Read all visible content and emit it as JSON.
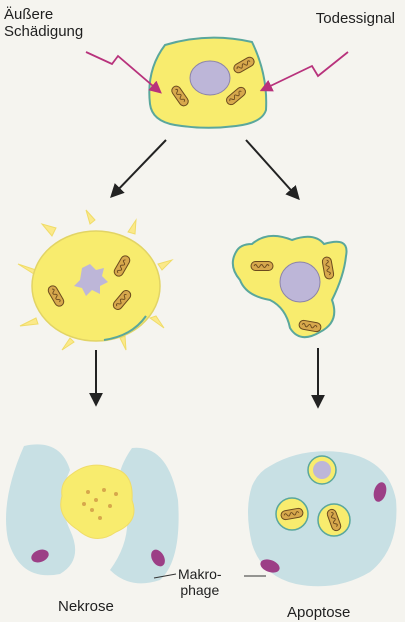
{
  "labels": {
    "external_damage_line1": "Äußere",
    "external_damage_line2": "Schädigung",
    "death_signal": "Todessignal",
    "macrophage_line1": "Makro-",
    "macrophage_line2": "phage",
    "necrosis": "Nekrose",
    "apoptosis": "Apoptose"
  },
  "colors": {
    "background": "#f5f4ef",
    "cytoplasm": "#f8ec6e",
    "cytoplasm_light": "#fbf3a8",
    "membrane": "#5aa79c",
    "nucleus": "#bdb6d8",
    "mitochondrion": "#d7a84c",
    "macrophage": "#c8e0e4",
    "macrophage_nucleus": "#9c3f86",
    "signal_arrow": "#b8327c",
    "arrow": "#222222"
  }
}
